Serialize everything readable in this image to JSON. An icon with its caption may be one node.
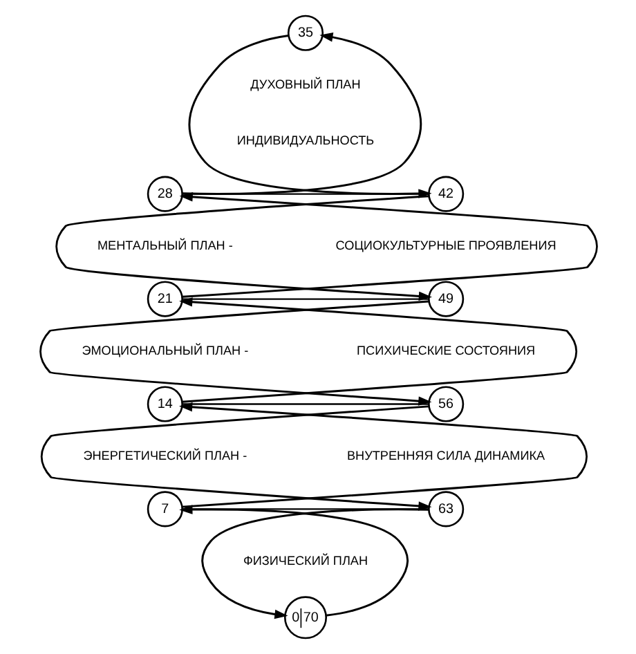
{
  "diagram": {
    "nodes": [
      {
        "text": [
          "35"
        ]
      },
      {
        "text": [
          "28"
        ]
      },
      {
        "text": [
          "42"
        ]
      },
      {
        "text": [
          "21"
        ]
      },
      {
        "text": [
          "49"
        ]
      },
      {
        "text": [
          "14"
        ]
      },
      {
        "text": [
          "56"
        ]
      },
      {
        "text": [
          "7"
        ]
      },
      {
        "text": [
          "63"
        ]
      },
      {
        "text": [
          "0",
          "70"
        ]
      }
    ],
    "edges": [
      {
        "from": 9,
        "to": 7,
        "arrow": "to"
      },
      {
        "from": 7,
        "to": 5,
        "arrow": "to"
      },
      {
        "from": 5,
        "to": 3,
        "arrow": "to"
      },
      {
        "from": 3,
        "to": 1,
        "arrow": "to"
      },
      {
        "from": 1,
        "to": 0,
        "arrow": "to"
      },
      {
        "from": 0,
        "to": 2,
        "arrow": "to"
      },
      {
        "from": 2,
        "to": 4,
        "arrow": "to"
      },
      {
        "from": 4,
        "to": 6,
        "arrow": "to"
      },
      {
        "from": 6,
        "to": 8,
        "arrow": "to"
      },
      {
        "from": 8,
        "to": 9,
        "arrow": "to"
      },
      {
        "from": 1,
        "to": 2,
        "arrow": "none"
      },
      {
        "from": 3,
        "to": 4,
        "arrow": "none"
      },
      {
        "from": 5,
        "to": 6,
        "arrow": "none"
      },
      {
        "from": 7,
        "to": 8,
        "arrow": "none"
      }
    ],
    "labels": [
      "ДУХОВНЫЙ ПЛАН",
      "ИНДИВИДУАЛЬНОСТЬ",
      "МЕНТАЛЬНЫЙ ПЛАН -",
      "СОЦИОКУЛЬТУРНЫЕ ПРОЯВЛЕНИЯ",
      "ЭМОЦИОНАЛЬНЫЙ ПЛАН -",
      "ПСИХИЧЕСКИЕ СОСТОЯНИЯ",
      "ЭНЕРГЕТИЧЕСКИЙ ПЛАН -",
      "ВНУТРЕННЯЯ СИЛА ДИНАМИКА",
      "ФИЗИЧЕСКИЙ ПЛАН"
    ]
  }
}
